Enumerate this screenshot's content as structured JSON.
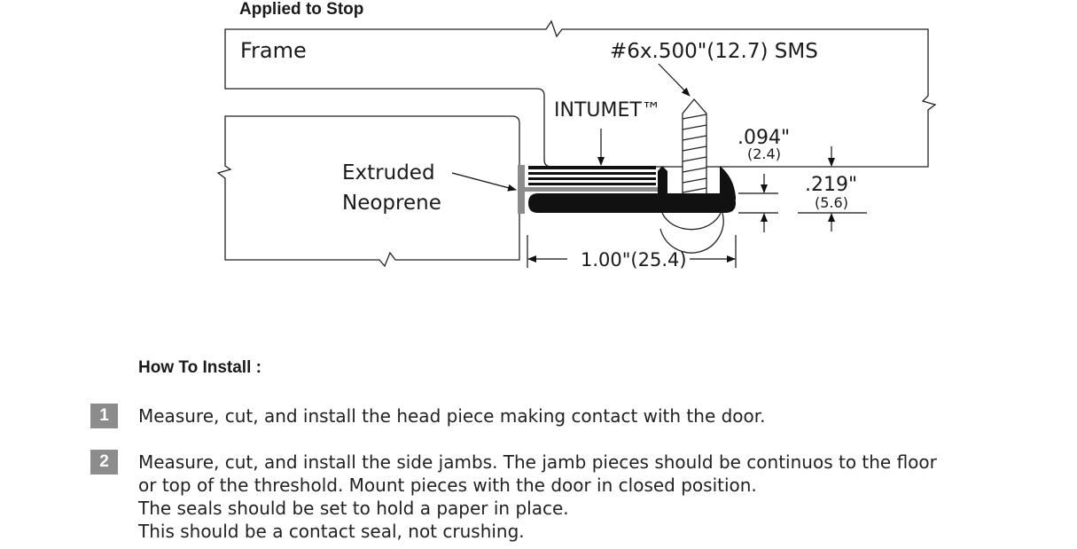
{
  "drawing": {
    "title": "Applied to Stop",
    "frame_label": "Frame",
    "screw_label": "#6x.500\"(12.7) SMS",
    "intumet_label": "INTUMET™",
    "neoprene_label_1": "Extruded",
    "neoprene_label_2": "Neoprene",
    "dim_094_in": ".094\"",
    "dim_094_mm": "(2.4)",
    "dim_219_in": ".219\"",
    "dim_219_mm": "(5.6)",
    "dim_width": "1.00\"(25.4)"
  },
  "install": {
    "heading": "How To Install :",
    "steps": [
      {
        "number": "1",
        "lines": [
          "Measure, cut, and install the head piece making contact with the door."
        ]
      },
      {
        "number": "2",
        "lines": [
          "Measure, cut, and install the side jambs. The jamb pieces should be continuos to the floor",
          "or top of the threshold. Mount pieces with the door in closed position.",
          "The seals should be set to hold a paper in place.",
          "This should be a contact seal, not crushing."
        ]
      }
    ]
  }
}
